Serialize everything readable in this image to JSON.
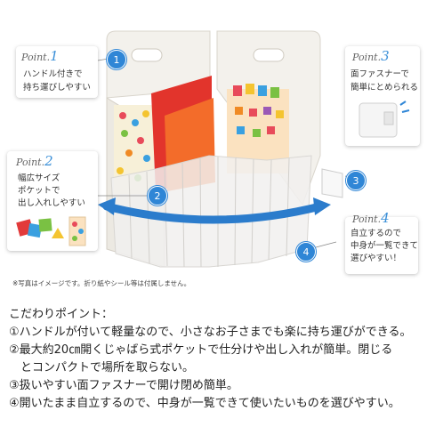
{
  "colors": {
    "accent": "#2f86d6"
  },
  "callouts": [
    {
      "point": "Point.",
      "num": "1",
      "lines": [
        "ハンドル付きで",
        "持ち運びしやすい"
      ]
    },
    {
      "point": "Point.",
      "num": "2",
      "lines": [
        "幅広サイズ",
        "ポケットで",
        "出し入れしやすい"
      ]
    },
    {
      "point": "Point.",
      "num": "3",
      "lines": [
        "面ファスナーで",
        "簡単にとめられる"
      ]
    },
    {
      "point": "Point.",
      "num": "4",
      "lines": [
        "自立するので",
        "中身が一覧できて",
        "選びやすい！"
      ]
    }
  ],
  "badges": [
    "1",
    "2",
    "3",
    "4"
  ],
  "disclaimer": "※写真はイメージです。折り紙やシール等は付属しません。",
  "section": {
    "heading": "こだわりポイント：",
    "features": [
      "①ハンドルが付いて軽量なので、小さなお子さまでも楽に持ち運びができる。",
      "②最大約20㎝開くじゃばら式ポケットで仕分けや出し入れが簡単。閉じる",
      "　とコンパクトで場所を取らない。",
      "③扱いやすい面ファスナーで開け閉め簡単。",
      "④開いたまま自立するので、中身が一覧できて使いたいものを選びやすい。"
    ]
  }
}
